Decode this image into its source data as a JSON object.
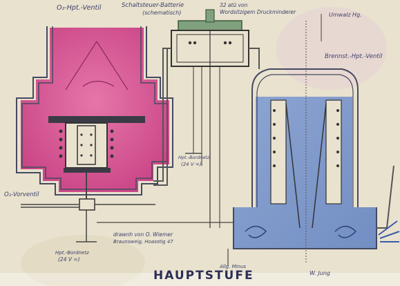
{
  "labels": {
    "o2_main_valve": "O₂-Hpt.-Ventil",
    "switch_control_line1": "Schaltsteuer-Batterie",
    "switch_control_line2": "(schematisch)",
    "pressure_line1": "32 atü von",
    "pressure_line2": "Wordsitzigem Druckminderer",
    "circulation": "Umwalz Hg.",
    "fuel_main_valve": "Brennst.-Hpt.-Ventil",
    "aux_supply_line1": "Hpt.-Bordnetz",
    "aux_supply_line2": "(24 V =)",
    "o2_pre_valve": "O₂-Vorventil",
    "main_supply_line1": "Hpt.-Bordnetz",
    "main_supply_line2": "(24 V =)",
    "drawn_line1": "drawnh von O. Wiemer",
    "drawn_line2": "Braunsweig, Hoasstig 47",
    "ground": "Allg. Minus",
    "title": "HAUPTSTUFE",
    "signature": "W. Jung"
  },
  "colors": {
    "paper": "#e9e2cf",
    "ink": "#3a3f6a",
    "magenta_fill": "#d9428f",
    "blue_fill": "#6f8fc9",
    "green_fill": "#7fa17d",
    "metal": "#8a8a86"
  }
}
